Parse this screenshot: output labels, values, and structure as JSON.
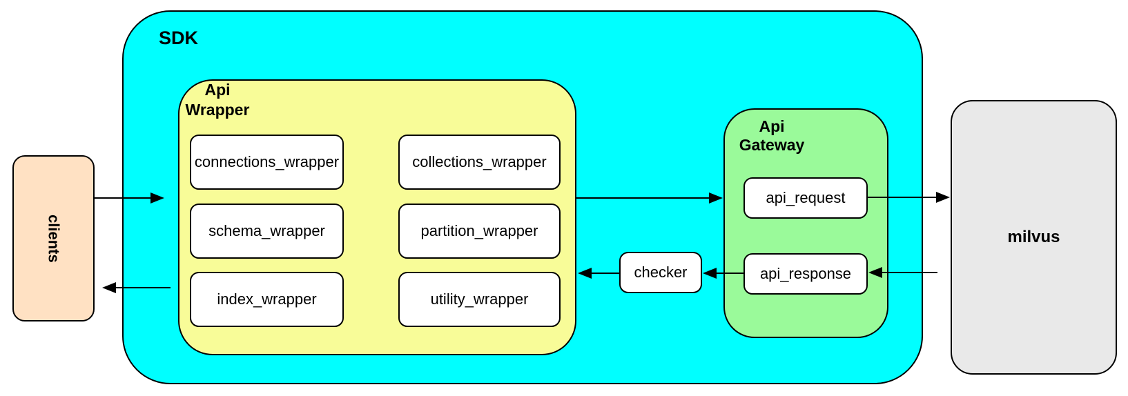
{
  "diagram": {
    "clients": {
      "label": "clients"
    },
    "sdk": {
      "label": "SDK",
      "api_wrapper": {
        "label_line1": "Api",
        "label_line2": "Wrapper",
        "modules": [
          "connections_wrapper",
          "collections_wrapper",
          "schema_wrapper",
          "partition_wrapper",
          "index_wrapper",
          "utility_wrapper"
        ]
      },
      "checker": {
        "label": "checker"
      },
      "api_gateway": {
        "label_line1": "Api",
        "label_line2": "Gateway",
        "nodes": [
          "api_request",
          "api_response"
        ]
      }
    },
    "milvus": {
      "label": "milvus"
    },
    "colors": {
      "sdk_bg": "#00FFFF",
      "api_wrapper_bg": "#F8FC98",
      "api_gateway_bg": "#9AFA9A",
      "clients_bg": "#FFE1C3",
      "milvus_bg": "#E9E9E9",
      "node_bg": "#FFFFFF",
      "border": "#000000"
    }
  }
}
